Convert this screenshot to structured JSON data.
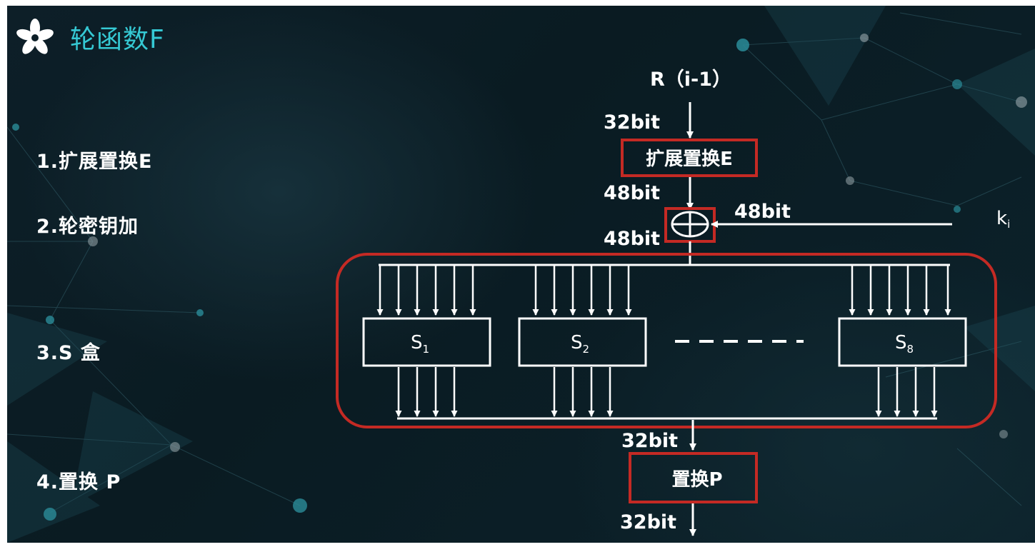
{
  "title": "轮函数F",
  "steps": [
    "1.扩展置换E",
    "2.轮密钥加",
    "3.S 盒",
    "4.置换 P"
  ],
  "diagram": {
    "input_label": "R（i-1）",
    "bits_in": "32bit",
    "expansion_box": "扩展置换E",
    "bits_after_expansion": "48bit",
    "key_bits": "48bit",
    "key_label": "k",
    "key_subscript": "i",
    "bits_after_xor": "48bit",
    "sboxes": [
      {
        "label": "S",
        "sub": "1"
      },
      {
        "label": "S",
        "sub": "2"
      },
      {
        "label": "S",
        "sub": "8"
      }
    ],
    "bits_after_sbox": "32bit",
    "permutation_box": "置换P",
    "bits_out": "32bit"
  },
  "colors": {
    "title": "#35c9d4",
    "highlight_box": "#c42a24",
    "background": "#0d1f28",
    "text": "#ffffff"
  }
}
